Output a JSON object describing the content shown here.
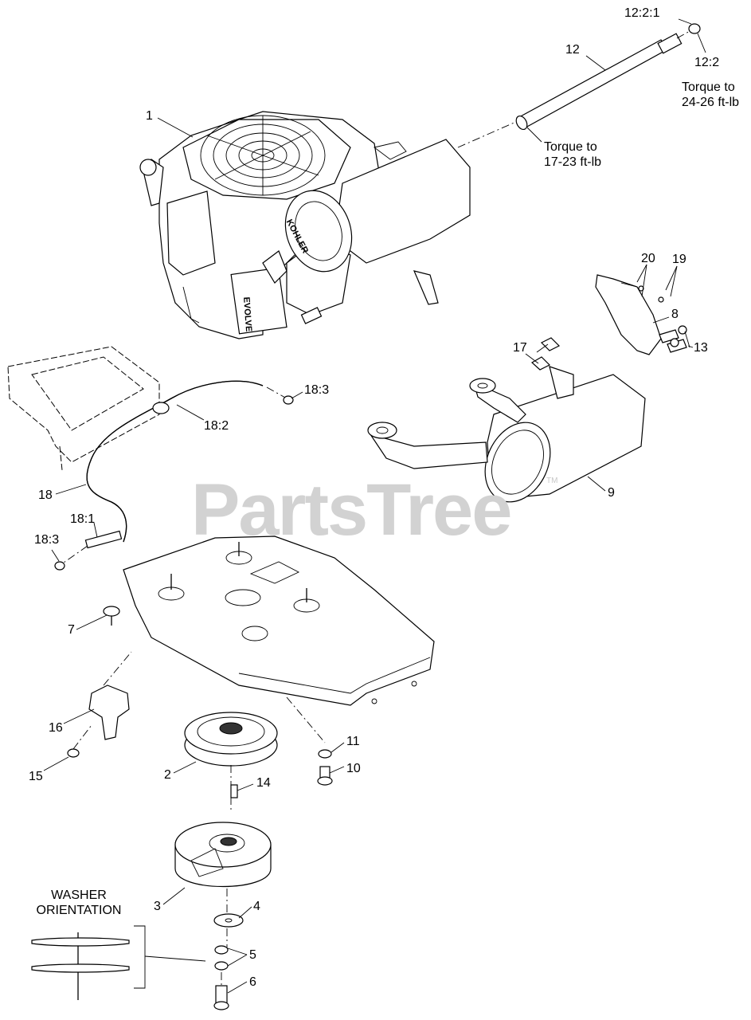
{
  "callouts": {
    "c1": "1",
    "c2": "2",
    "c3": "3",
    "c4": "4",
    "c5": "5",
    "c6": "6",
    "c7": "7",
    "c8": "8",
    "c9": "9",
    "c10": "10",
    "c11": "11",
    "c12": "12",
    "c12_2": "12:2",
    "c12_2_1": "12:2:1",
    "c13": "13",
    "c14": "14",
    "c15": "15",
    "c16": "16",
    "c17": "17",
    "c18": "18",
    "c18_1": "18:1",
    "c18_2": "18:2",
    "c18_3a": "18:3",
    "c18_3b": "18:3",
    "c19": "19",
    "c20": "20"
  },
  "notes": {
    "torque_upper_line1": "Torque to",
    "torque_upper_line2": "24-26 ft-lb",
    "torque_lower_line1": "Torque to",
    "torque_lower_line2": "17-23 ft-lb",
    "washer_line1": "WASHER",
    "washer_line2": "ORIENTATION"
  },
  "brand": {
    "engine_badge": "KOHLER",
    "engine_badge_secondary": "EVOLVE"
  },
  "watermark": {
    "text": "PartsTree",
    "trademark": "TM"
  }
}
